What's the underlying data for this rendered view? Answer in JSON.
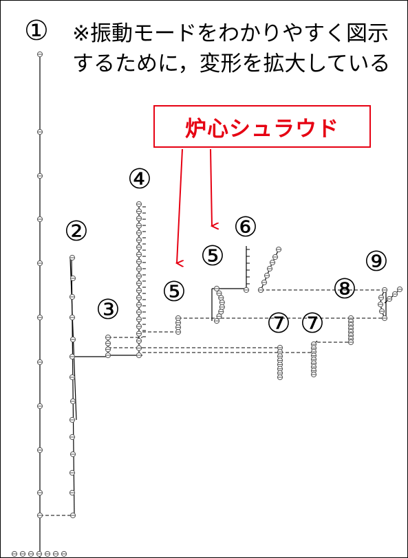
{
  "note": {
    "line1": "※振動モードをわかりやすく図示",
    "line2": "するために，変形を拡大している"
  },
  "callout": {
    "label": "炉心シュラウド",
    "color": "#e60012"
  },
  "markers": [
    {
      "id": "m1",
      "label": "①"
    },
    {
      "id": "m2",
      "label": "②"
    },
    {
      "id": "m3",
      "label": "③"
    },
    {
      "id": "m4",
      "label": "④"
    },
    {
      "id": "m5a",
      "label": "⑤"
    },
    {
      "id": "m5b",
      "label": "⑤"
    },
    {
      "id": "m6",
      "label": "⑥"
    },
    {
      "id": "m7a",
      "label": "⑦"
    },
    {
      "id": "m7b",
      "label": "⑦"
    },
    {
      "id": "m8",
      "label": "⑧"
    },
    {
      "id": "m9",
      "label": "⑨"
    }
  ],
  "colors": {
    "line": "#000000",
    "arrow": "#e60012",
    "node": "#555555"
  }
}
